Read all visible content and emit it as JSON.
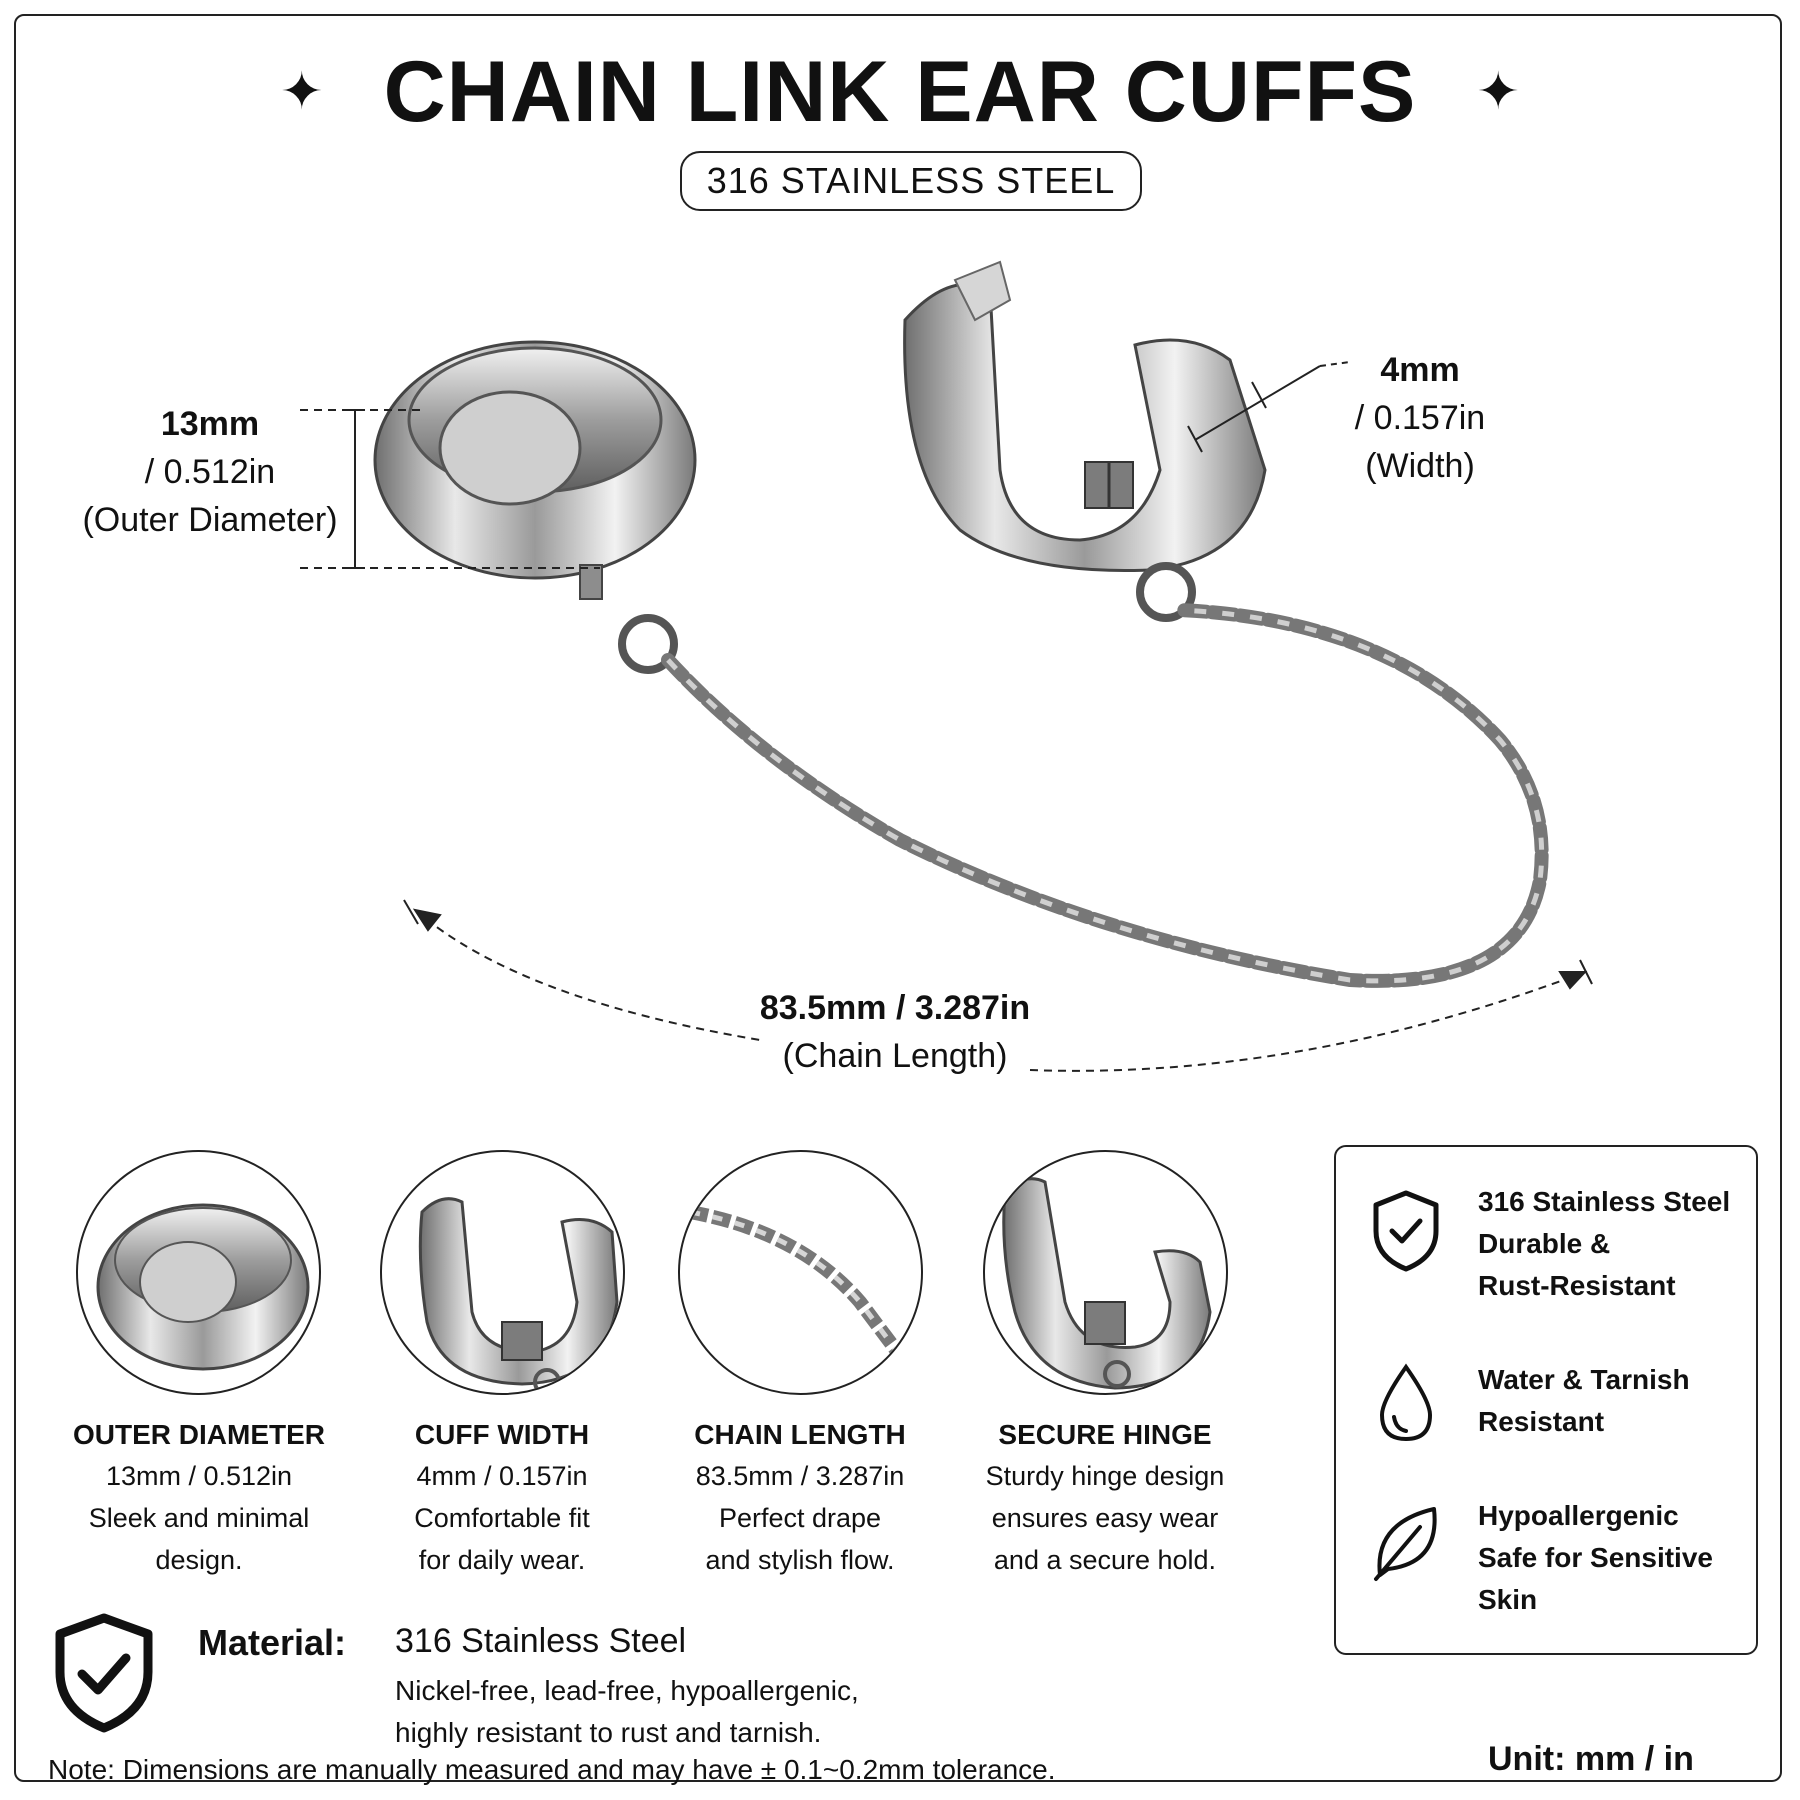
{
  "header": {
    "title": "CHAIN LINK EAR CUFFS",
    "subtitle": "316 STAINLESS STEEL",
    "sparkle_icon": "four-point-star-icon"
  },
  "dimensions": {
    "outer_diameter": {
      "value": "13mm",
      "imperial": "/ 0.512in",
      "label": "(Outer Diameter)"
    },
    "width": {
      "value": "4mm",
      "imperial": "/ 0.157in",
      "label": "(Width)"
    },
    "chain_length": {
      "value": "83.5mm / 3.287in",
      "label": "(Chain Length)"
    }
  },
  "features": [
    {
      "title": "OUTER DIAMETER",
      "line1": "13mm / 0.512in",
      "line2": "Sleek and minimal",
      "line3": "design."
    },
    {
      "title": "CUFF WIDTH",
      "line1": "4mm / 0.157in",
      "line2": "Comfortable fit",
      "line3": "for daily wear."
    },
    {
      "title": "CHAIN LENGTH",
      "line1": "83.5mm / 3.287in",
      "line2": "Perfect drape",
      "line3": "and stylish flow."
    },
    {
      "title": "SECURE HINGE",
      "line1": "Sturdy hinge design",
      "line2": "ensures easy wear",
      "line3": "and a secure hold."
    }
  ],
  "benefits": [
    {
      "icon": "shield-check-icon",
      "line1": "316 Stainless Steel",
      "line2": "Durable &",
      "line3": "Rust-Resistant"
    },
    {
      "icon": "water-drop-icon",
      "line1": "Water & Tarnish",
      "line2": "Resistant"
    },
    {
      "icon": "leaf-icon",
      "line1": "Hypoallergenic",
      "line2": "Safe for Sensitive",
      "line3": "Skin"
    }
  ],
  "material": {
    "icon": "shield-check-icon",
    "label": "Material:",
    "value": "316 Stainless Steel",
    "desc_line1": "Nickel-free, lead-free, hypoallergenic,",
    "desc_line2": "highly resistant to rust and tarnish."
  },
  "note": "Note: Dimensions are manually measured and may have ± 0.1~0.2mm tolerance.",
  "unit": "Unit: mm / in"
}
